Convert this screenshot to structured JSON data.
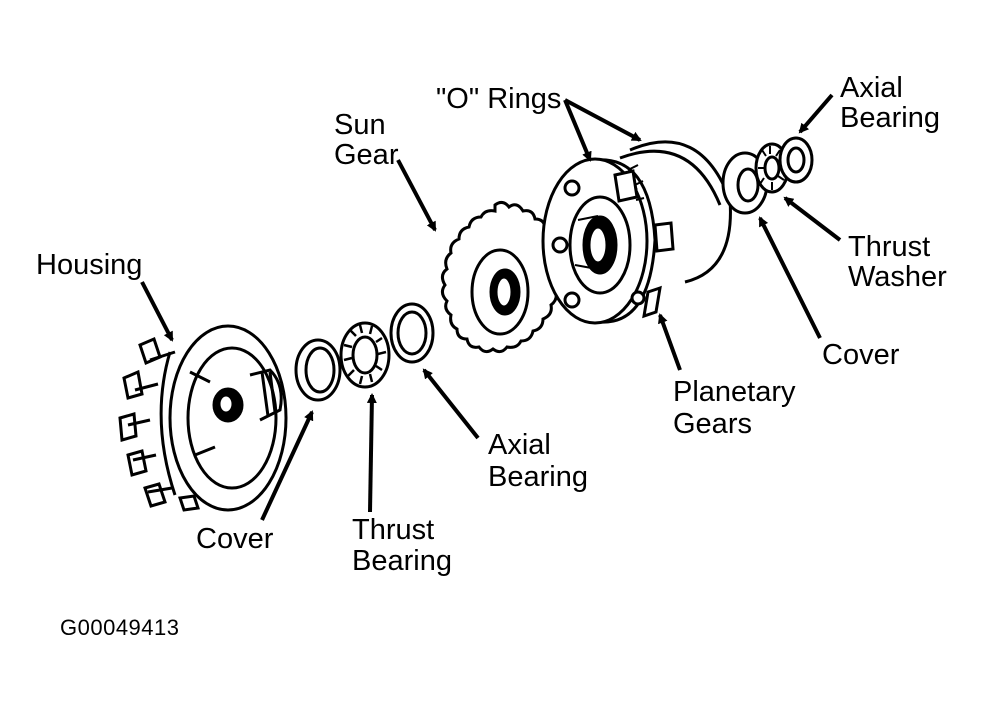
{
  "labels": {
    "housing": "Housing",
    "sun_gear_1": "Sun",
    "sun_gear_2": "Gear",
    "o_rings": "\"O\" Rings",
    "axial_bearing_top_1": "Axial",
    "axial_bearing_top_2": "Bearing",
    "thrust_washer_1": "Thrust",
    "thrust_washer_2": "Washer",
    "cover_right": "Cover",
    "planetary_gears_1": "Planetary",
    "planetary_gears_2": "Gears",
    "axial_bearing_mid_1": "Axial",
    "axial_bearing_mid_2": "Bearing",
    "thrust_bearing_1": "Thrust",
    "thrust_bearing_2": "Bearing",
    "cover_left": "Cover"
  },
  "figure_code": "G00049413",
  "colors": {
    "ink": "#000000",
    "paper": "#ffffff"
  }
}
